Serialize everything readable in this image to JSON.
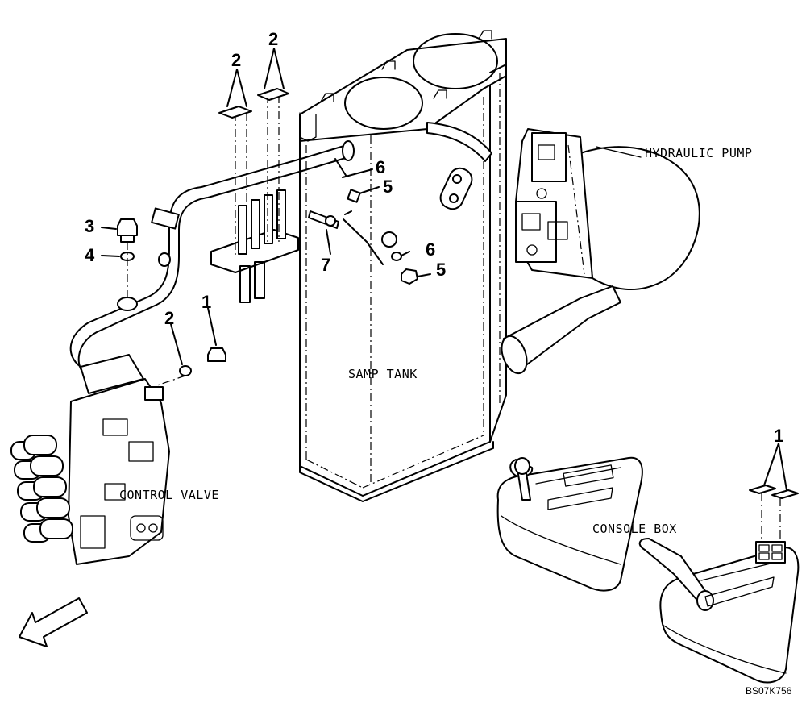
{
  "labels": {
    "hydraulic_pump": "HYDRAULIC PUMP",
    "samp_tank": "SAMP TANK",
    "control_valve": "CONTROL VALVE",
    "console_box": "CONSOLE BOX",
    "drawing_code": "BS07K756"
  },
  "callouts": {
    "c2_top": "2",
    "c2_left": "2",
    "c3": "3",
    "c4": "4",
    "c6_upper": "6",
    "c5_upper": "5",
    "c7": "7",
    "c6_lower": "6",
    "c5_lower": "5",
    "c2_oring": "2",
    "c1_plug": "1",
    "c1_console": "1"
  }
}
